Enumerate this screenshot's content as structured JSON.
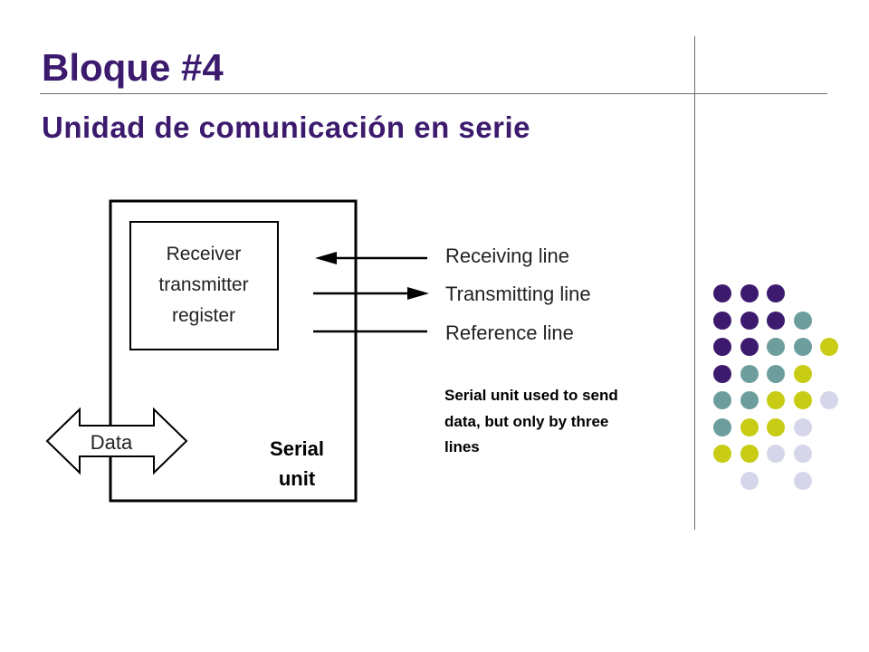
{
  "slide": {
    "title": "Bloque #4",
    "subtitle": "Unidad de comunicación en serie"
  },
  "diagram": {
    "register_label": [
      "Receiver",
      "transmitter",
      "register"
    ],
    "unit_label": [
      "Serial",
      "unit"
    ],
    "data_label": "Data",
    "lines": [
      "Receiving line",
      "Transmitting line",
      "Reference line"
    ],
    "caption": [
      "Serial unit used to send",
      "data, but only by three",
      "lines"
    ]
  },
  "decoration": {
    "colors": {
      "purple": "#3c1a6e",
      "teal": "#6d9e9d",
      "yellow": "#c8cc14",
      "lavender": "#d6d6ea"
    },
    "dot_grid": [
      [
        "purple",
        "purple",
        "purple",
        null,
        null
      ],
      [
        "purple",
        "purple",
        "purple",
        "teal",
        null
      ],
      [
        "purple",
        "purple",
        "teal",
        "teal",
        "yellow"
      ],
      [
        "purple",
        "teal",
        "teal",
        "yellow",
        null
      ],
      [
        "teal",
        "teal",
        "yellow",
        "yellow",
        "lavender"
      ],
      [
        "teal",
        "yellow",
        "yellow",
        "lavender",
        null
      ],
      [
        "yellow",
        "yellow",
        "lavender",
        "lavender",
        null
      ],
      [
        null,
        "lavender",
        null,
        "lavender",
        null
      ]
    ]
  }
}
